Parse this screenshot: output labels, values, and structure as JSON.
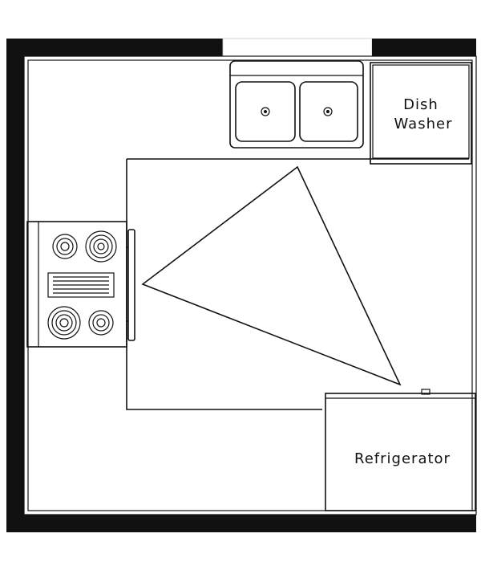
{
  "diagram": {
    "appliances": {
      "dishwasher": {
        "label_line1": "Dish",
        "label_line2": "Washer"
      },
      "refrigerator": {
        "label": "Refrigerator"
      }
    },
    "colors": {
      "wall": "#111111",
      "line": "#111111",
      "background": "#ffffff"
    }
  }
}
